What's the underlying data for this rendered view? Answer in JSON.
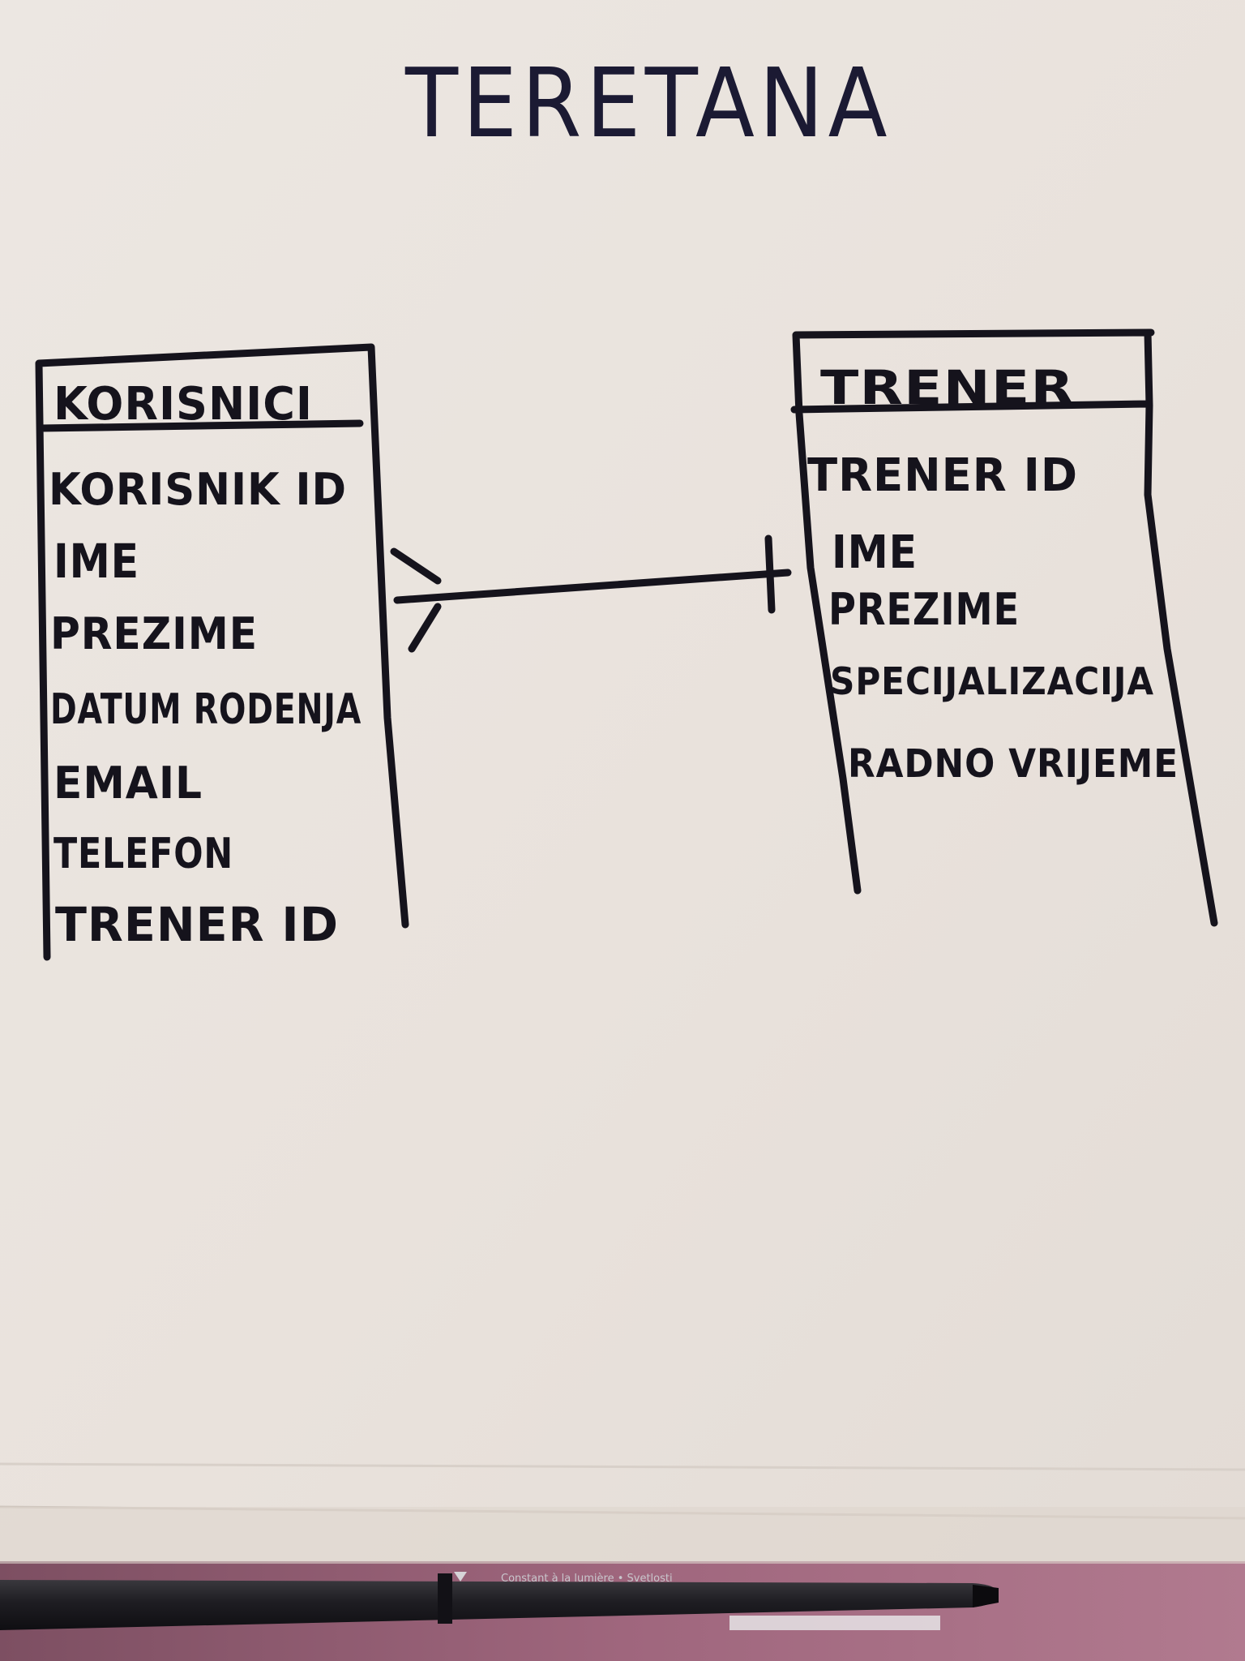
{
  "diagram": {
    "title": "TERETANA",
    "entities": [
      {
        "name": "KORISNICI",
        "attributes": [
          "KORISNIK ID",
          "IME",
          "PREZIME",
          "DATUM RODENJA",
          "EMAIL",
          "TELEFON",
          "TRENER ID"
        ]
      },
      {
        "name": "TRENER",
        "attributes": [
          "TRENER ID",
          "IME",
          "PREZIME",
          "SPECIJALIZACIJA",
          "RADNO VRIJEME"
        ]
      }
    ],
    "relationship": {
      "from": "KORISNICI",
      "to": "TRENER",
      "from_cardinality": "many",
      "to_cardinality": "one"
    }
  },
  "pen": {
    "brand_text": "Constant à la lumière • Svetlosti"
  },
  "colors": {
    "paper": "#ece6e0",
    "ink": "#15131c",
    "title_ink": "#1b1a33",
    "fabric": "#9a6178",
    "pen_body": "#1c1b1f"
  }
}
